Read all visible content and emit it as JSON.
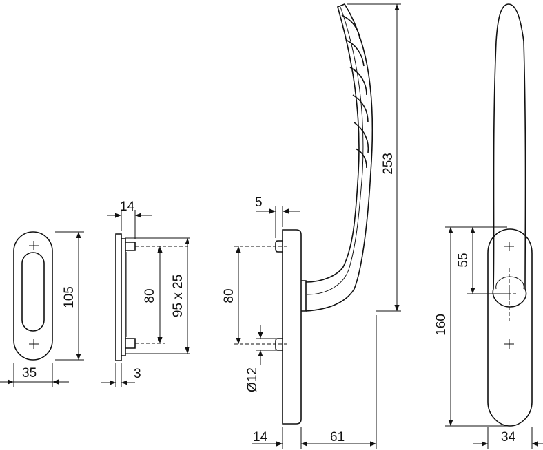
{
  "dimensions": {
    "rosette_height": "105",
    "rosette_width": "35",
    "recess_depth": "14",
    "recess_hole_spacing": "80",
    "recess_size": "95 x 25",
    "recess_plate": "3",
    "spindle_offset": "5",
    "handle_hole_spacing": "80",
    "spindle_diameter": "Ø12",
    "handle_height": "253",
    "plate_thickness": "14",
    "handle_projection": "61",
    "rear_offset": "55",
    "rear_length": "160",
    "rear_width": "34"
  }
}
